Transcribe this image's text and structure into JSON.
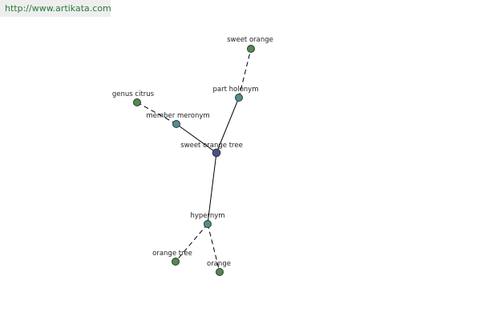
{
  "watermark": "http://www.artikata.com",
  "colors": {
    "center": "#4a4f8f",
    "relation": "#4f8f8f",
    "leaf": "#4f8a4f"
  },
  "graph": {
    "center": {
      "label": "sweet orange tree"
    },
    "relations": {
      "part_holonym": {
        "label": "part holonym"
      },
      "member_meronym": {
        "label": "member meronym"
      },
      "hypernym": {
        "label": "hypernym"
      }
    },
    "leaves": {
      "sweet_orange": {
        "label": "sweet orange"
      },
      "genus_citrus": {
        "label": "genus citrus"
      },
      "orange_tree": {
        "label": "orange tree"
      },
      "orange": {
        "label": "orange"
      }
    }
  }
}
